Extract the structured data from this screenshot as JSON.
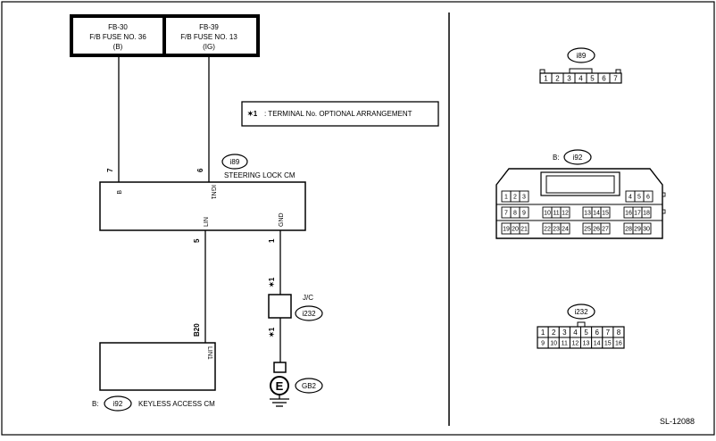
{
  "fuses": [
    {
      "line1": "FB-30",
      "line2": "F/B FUSE NO. 36",
      "line3": "(B)"
    },
    {
      "line1": "FB-39",
      "line2": "F/B FUSE NO. 13",
      "line3": "(IG)"
    }
  ],
  "note": {
    "star": "✶1",
    "text": ": TERMINAL No. OPTIONAL ARRANGEMENT"
  },
  "steering_lock": {
    "connector": "i89",
    "name": "STEERING LOCK CM",
    "wire_b": "7",
    "pin_b": "B",
    "wire_ign": "6",
    "pin_ign": "IGN1",
    "pin_lin": "LIN",
    "wire_lin": "5",
    "pin_gnd": "GND",
    "wire_gnd": "1"
  },
  "jc": {
    "label": "J/C",
    "connector": "i232",
    "star_top": "✶1",
    "star_bottom": "✶1"
  },
  "ground": {
    "symbol": "E",
    "label": "GB2"
  },
  "keyless": {
    "prefix": "B:",
    "connector": "i92",
    "name": "KEYLESS ACCESS CM",
    "wire": "B20",
    "pin": "LIN1"
  },
  "views": {
    "i89": {
      "label": "i89",
      "pins": [
        "1",
        "2",
        "3",
        "4",
        "5",
        "6",
        "7"
      ]
    },
    "i92": {
      "prefix": "B:",
      "label": "i92",
      "row1": [
        "1",
        "2",
        "3",
        "4",
        "5",
        "6"
      ],
      "row2": [
        "7",
        "8",
        "9",
        "10",
        "11",
        "12",
        "13",
        "14",
        "15",
        "16",
        "17",
        "18"
      ],
      "row3": [
        "19",
        "20",
        "21",
        "22",
        "23",
        "24",
        "25",
        "26",
        "27",
        "28",
        "29",
        "30"
      ]
    },
    "i232": {
      "label": "i232",
      "row1": [
        "1",
        "2",
        "3",
        "4",
        "5",
        "6",
        "7",
        "8"
      ],
      "row2": [
        "9",
        "10",
        "11",
        "12",
        "13",
        "14",
        "15",
        "16"
      ]
    }
  },
  "diagram_code": "SL-12088"
}
